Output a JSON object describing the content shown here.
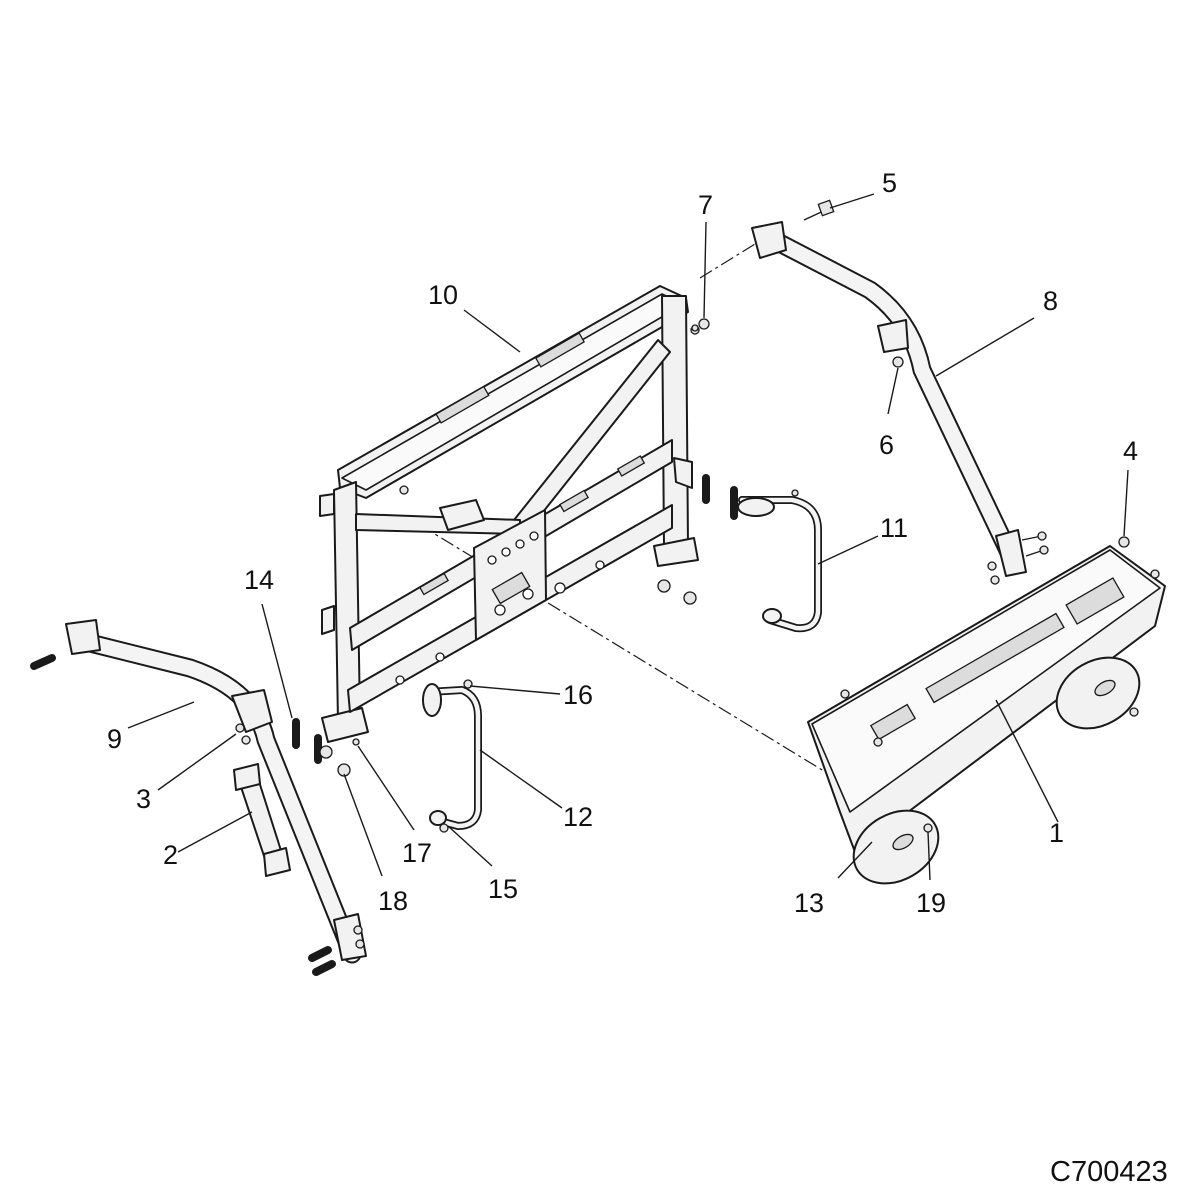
{
  "diagram": {
    "code": "C700423",
    "callouts": [
      "1",
      "2",
      "3",
      "4",
      "5",
      "6",
      "7",
      "8",
      "9",
      "10",
      "11",
      "12",
      "13",
      "14",
      "15",
      "16",
      "17",
      "18",
      "19"
    ]
  }
}
